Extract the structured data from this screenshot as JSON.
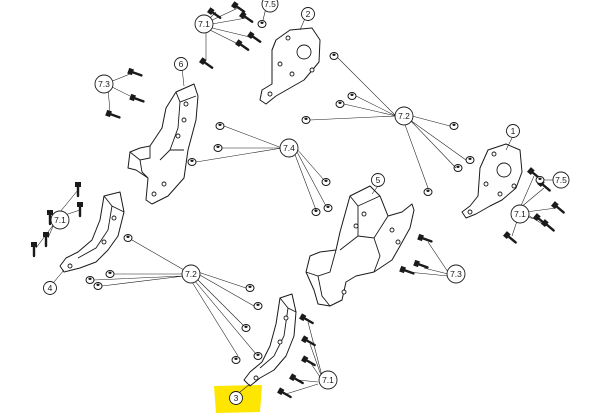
{
  "diagram": {
    "highlight_color": "#ffe600",
    "balloons": [
      {
        "id": "b-2",
        "label": "2"
      },
      {
        "id": "b-6",
        "label": "6"
      },
      {
        "id": "b-1",
        "label": "1"
      },
      {
        "id": "b-5",
        "label": "5"
      },
      {
        "id": "b-4",
        "label": "4"
      },
      {
        "id": "b-3",
        "label": "3",
        "highlighted": true
      },
      {
        "id": "b-7.1-top",
        "label": "7.1"
      },
      {
        "id": "b-7.5-top",
        "label": "7.5"
      },
      {
        "id": "b-7.3-left",
        "label": "7.3"
      },
      {
        "id": "b-7.2-right",
        "label": "7.2"
      },
      {
        "id": "b-7.4",
        "label": "7.4"
      },
      {
        "id": "b-7.5-right",
        "label": "7.5"
      },
      {
        "id": "b-7.1-right",
        "label": "7.1"
      },
      {
        "id": "b-7.1-left",
        "label": "7.1"
      },
      {
        "id": "b-7.2-bottom",
        "label": "7.2"
      },
      {
        "id": "b-7.3-right",
        "label": "7.3"
      },
      {
        "id": "b-7.1-bottom",
        "label": "7.1"
      }
    ]
  }
}
